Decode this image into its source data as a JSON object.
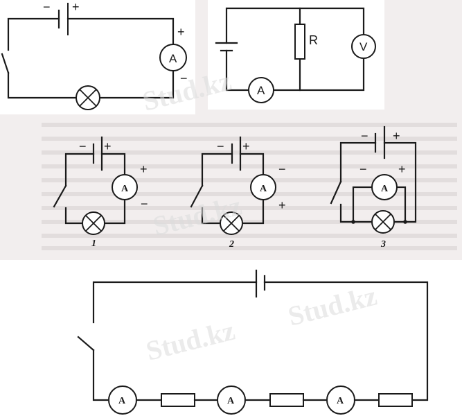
{
  "diagram1": {
    "battery_minus": "−",
    "battery_plus": "+",
    "meter_symbol": "A",
    "meter_plus": "+",
    "meter_minus": "−"
  },
  "diagram2": {
    "resistor_label": "R",
    "voltmeter_symbol": "V",
    "ammeter_symbol": "A"
  },
  "circuits": [
    {
      "battery_minus": "−",
      "battery_plus": "+",
      "meter_symbol": "A",
      "meter_left_sign": "",
      "meter_right_sign": "+",
      "meter_bottom_sign": "−",
      "number": "1"
    },
    {
      "battery_minus": "−",
      "battery_plus": "+",
      "meter_symbol": "A",
      "meter_left_sign": "",
      "meter_right_sign": "−",
      "meter_bottom_sign": "+",
      "number": "2"
    },
    {
      "battery_minus": "−",
      "battery_plus": "+",
      "meter_symbol": "A",
      "meter_left_sign": "−",
      "meter_right_sign": "+",
      "meter_bottom_sign": "",
      "number": "3"
    }
  ],
  "series_circuit": {
    "ammeter_symbols": [
      "A",
      "A",
      "A"
    ]
  },
  "watermark": "Stud.kz"
}
